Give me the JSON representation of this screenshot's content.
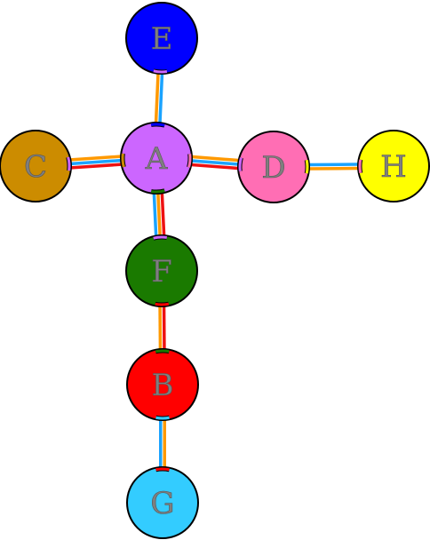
{
  "nodes": [
    {
      "id": "E",
      "label": "E",
      "color": "#0000ff"
    },
    {
      "id": "C",
      "label": "C",
      "color": "#cc8c00"
    },
    {
      "id": "A",
      "label": "A",
      "color": "#cc66ff"
    },
    {
      "id": "D",
      "label": "D",
      "color": "#ff6eb4"
    },
    {
      "id": "H",
      "label": "H",
      "color": "#ffff00"
    },
    {
      "id": "F",
      "label": "F",
      "color": "#1a7a00"
    },
    {
      "id": "B",
      "label": "B",
      "color": "#ff0000"
    },
    {
      "id": "G",
      "label": "G",
      "color": "#33ccff"
    }
  ],
  "edges": [
    {
      "from": "A",
      "to": "E",
      "colors": [
        "#ff9900",
        "#1aa3ff"
      ]
    },
    {
      "from": "A",
      "to": "C",
      "colors": [
        "#ee1111",
        "#1aa3ff",
        "#ff9900"
      ]
    },
    {
      "from": "A",
      "to": "D",
      "colors": [
        "#ff9900",
        "#1aa3ff",
        "#ee1111"
      ]
    },
    {
      "from": "A",
      "to": "F",
      "colors": [
        "#ee1111",
        "#ff9900",
        "#1aa3ff"
      ]
    },
    {
      "from": "D",
      "to": "H",
      "colors": [
        "#1aa3ff",
        "#ff9900"
      ]
    },
    {
      "from": "F",
      "to": "B",
      "colors": [
        "#ee1111",
        "#ff9900"
      ]
    },
    {
      "from": "B",
      "to": "G",
      "colors": [
        "#ff9900",
        "#1aa3ff"
      ]
    }
  ]
}
